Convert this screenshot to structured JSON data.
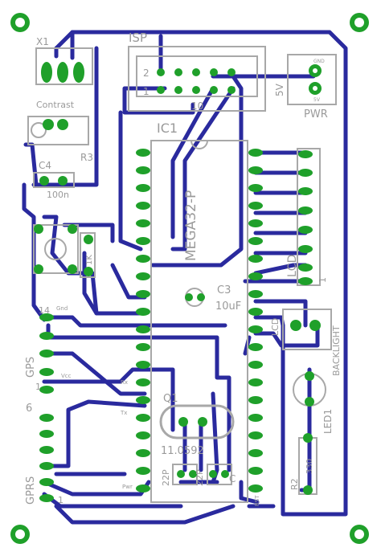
{
  "colors": {
    "background": "#ffffff",
    "trace": "#2a2a9e",
    "pad": "#1fa02a",
    "pad_hole": "#ffffff",
    "silk": "#a8a8a8",
    "silk_text": "#9a9a9a"
  },
  "labels": {
    "x1": "X1",
    "isp": "ISP",
    "contrast": "Contrast",
    "isp_pin2": "2",
    "isp_pin1": "1",
    "isp_pin10": "10",
    "five_v": "5V",
    "pwr": "PWR",
    "gnd_top": "GND",
    "vcc_top": "5V",
    "r3": "R3",
    "c4": "C4",
    "c4_value": "100n",
    "ic1": "IC1",
    "mega": "MEGA32-P",
    "r1_value": "1K",
    "c3": "C3",
    "c3_value": "10uF",
    "lcd": "LCD",
    "lcd_pin1": "1",
    "lcd_pin14": "14",
    "gnd": "Gnd",
    "vcc": "Vcc",
    "rx": "Rx",
    "tx": "Tx",
    "gps": "GPS",
    "gps_pin1": "1",
    "gps_pin6": "6",
    "lcd_upper": "LCD",
    "backlight": "BACKLIGHT",
    "led1": "LED1",
    "q1": "Q1",
    "crystal_value": "11.0592",
    "c1_value": "22P",
    "c2_value": "22P",
    "r2": "R2",
    "r2_value": "330",
    "gprs": "GPRS",
    "gprs_pin1": "1",
    "pwr_small": "Pwr",
    "rst": "RST",
    "ctrl": "C"
  }
}
